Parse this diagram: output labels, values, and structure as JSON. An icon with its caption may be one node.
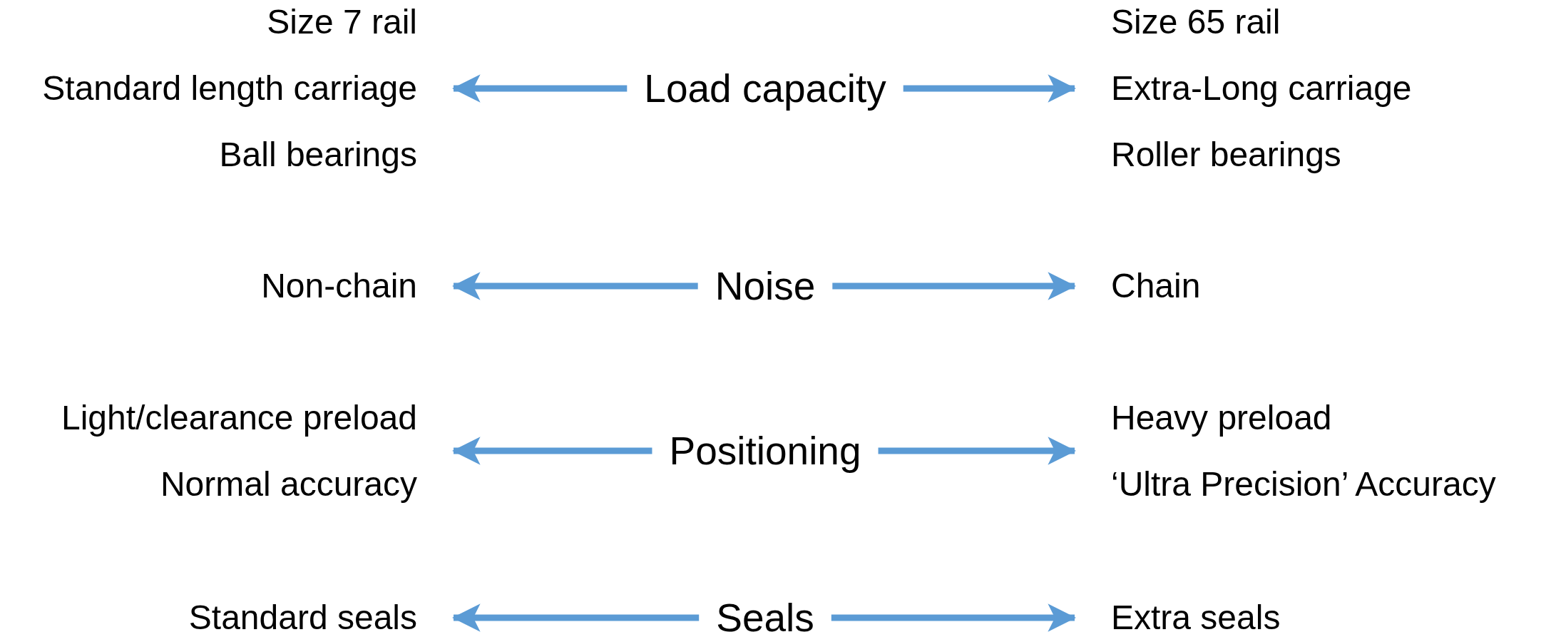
{
  "diagram": {
    "nodes": [
      {
        "text": [
          "Size 7 rail",
          "Standard length carriage",
          "Ball bearings"
        ]
      },
      {
        "text": [
          "Load capacity"
        ]
      },
      {
        "text": [
          "Size 65 rail",
          "Extra-Long carriage",
          "Roller bearings"
        ]
      },
      {
        "text": [
          "Non-chain"
        ]
      },
      {
        "text": [
          "Noise"
        ]
      },
      {
        "text": [
          "Chain"
        ]
      },
      {
        "text": [
          "Light/clearance preload",
          "Normal accuracy"
        ]
      },
      {
        "text": [
          "Positioning"
        ]
      },
      {
        "text": [
          "Heavy preload",
          "‘Ultra Precision’ Accuracy"
        ]
      },
      {
        "text": [
          "Standard seals"
        ]
      },
      {
        "text": [
          "Seals"
        ]
      },
      {
        "text": [
          "Extra seals"
        ]
      }
    ],
    "edges": [
      {
        "from": 1,
        "to": 0,
        "arrow": "to"
      },
      {
        "from": 1,
        "to": 2,
        "arrow": "to"
      },
      {
        "from": 4,
        "to": 3,
        "arrow": "to"
      },
      {
        "from": 4,
        "to": 5,
        "arrow": "to"
      },
      {
        "from": 7,
        "to": 6,
        "arrow": "to"
      },
      {
        "from": 7,
        "to": 8,
        "arrow": "to"
      },
      {
        "from": 10,
        "to": 9,
        "arrow": "to"
      },
      {
        "from": 10,
        "to": 11,
        "arrow": "to"
      }
    ]
  }
}
